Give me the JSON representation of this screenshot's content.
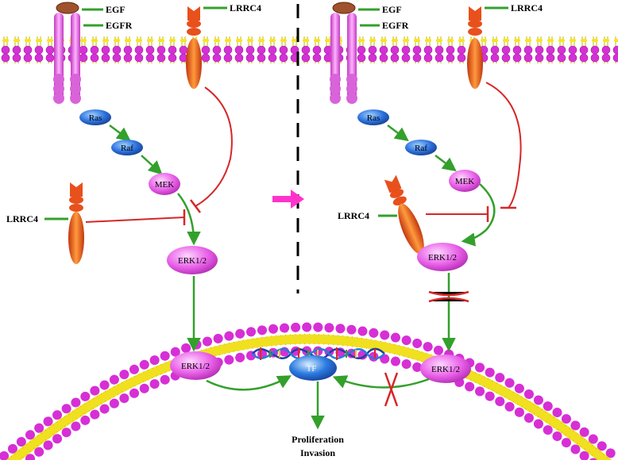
{
  "labels": {
    "egf_left": "EGF",
    "egfr_left": "EGFR",
    "lrrc4_top_left": "LRRC4",
    "lrrc4_side_left": "LRRC4",
    "egf_right": "EGF",
    "egfr_right": "EGFR",
    "lrrc4_top_right": "LRRC4",
    "lrrc4_side_right": "LRRC4",
    "outcome_line1": "Proliferation",
    "outcome_line2": "Invasion"
  },
  "nodes": {
    "ras_left": "Ras",
    "raf_left": "Raf",
    "mek_left": "MEK",
    "erk_cyto_left": "ERK1/2",
    "erk_nuc_left": "ERK1/2",
    "ras_right": "Ras",
    "raf_right": "Raf",
    "mek_right": "MEK",
    "erk_cyto_right": "ERK1/2",
    "erk_nuc_right": "ERK1/2",
    "tf": "TF"
  },
  "colors": {
    "activation": "#33a02c",
    "inhibition": "#d62728",
    "membrane_head": "#d62fd6",
    "membrane_tail": "#f0e020",
    "transition_arrow": "#ff33cc",
    "ras_raf": "#2a6fdc",
    "mek_erk": "#e85fe8",
    "lrrc4": "#e8501c",
    "tf": "#1f5fd6"
  }
}
